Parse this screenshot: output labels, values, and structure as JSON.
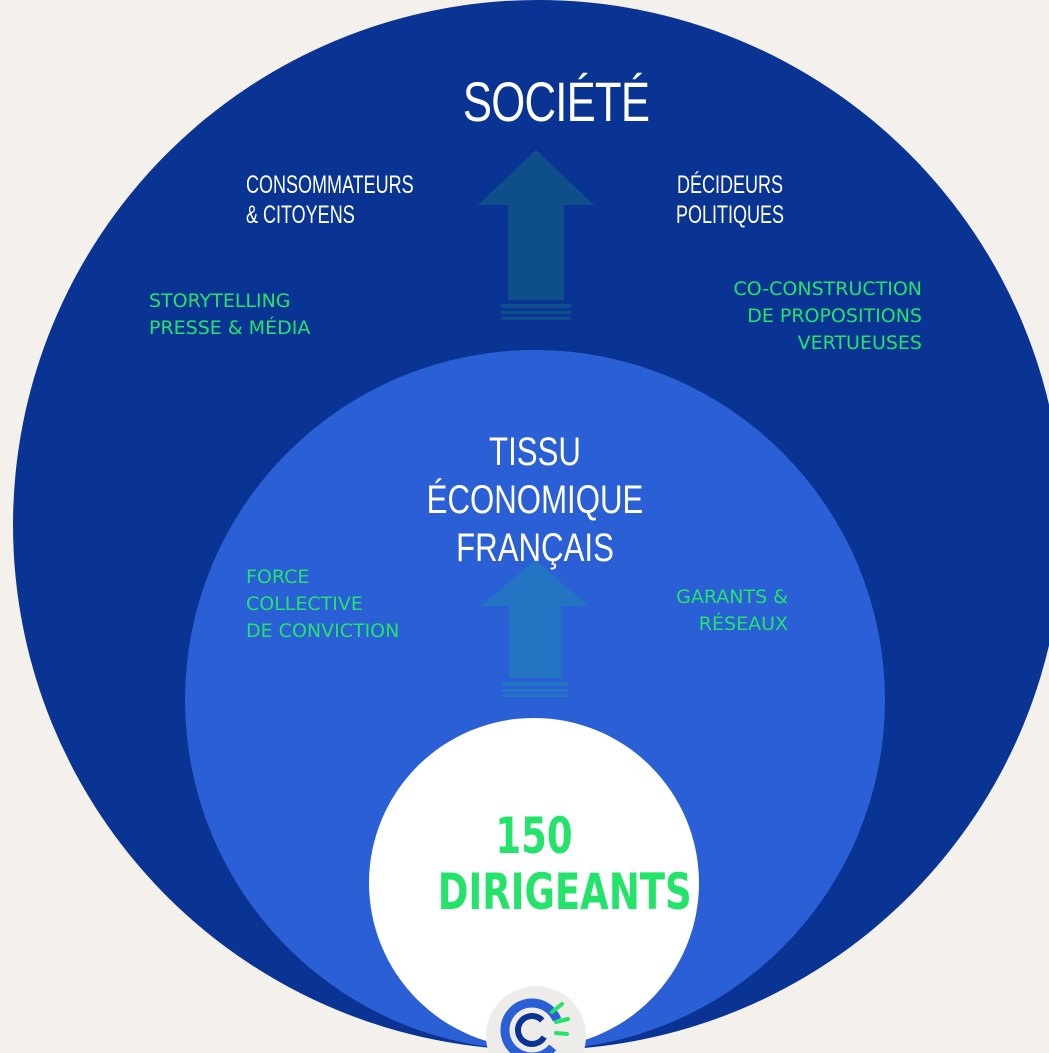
{
  "diagram": {
    "outer": {
      "title": "SOCIÉTÉ",
      "audience_left": "CONSOMMATEURS\n& CITOYENS",
      "audience_right": "DÉCIDEURS\nPOLITIQUES",
      "lever_left": "STORYTELLING\nPRESSE & MÉDIA",
      "lever_right": "CO-CONSTRUCTION\nDE PROPOSITIONS\nVERTUEUSES"
    },
    "middle": {
      "title": "TISSU\nÉCONOMIQUE FRANÇAIS",
      "lever_left": "FORCE\nCOLLECTIVE\nDE CONVICTION",
      "lever_right": "GARANTS &\nRÉSEAUX"
    },
    "core": {
      "title": "150\nDIRIGEANTS"
    }
  },
  "colors": {
    "background": "#f4f1ed",
    "outer_circle": "#0a3493",
    "middle_circle": "#2a5fd6",
    "inner_circle": "#ffffff",
    "accent_green": "#23e36a",
    "arrow_outer": "#0e4f8a",
    "arrow_middle": "#2374c2"
  },
  "icons": {
    "logo": "logo-icon"
  }
}
